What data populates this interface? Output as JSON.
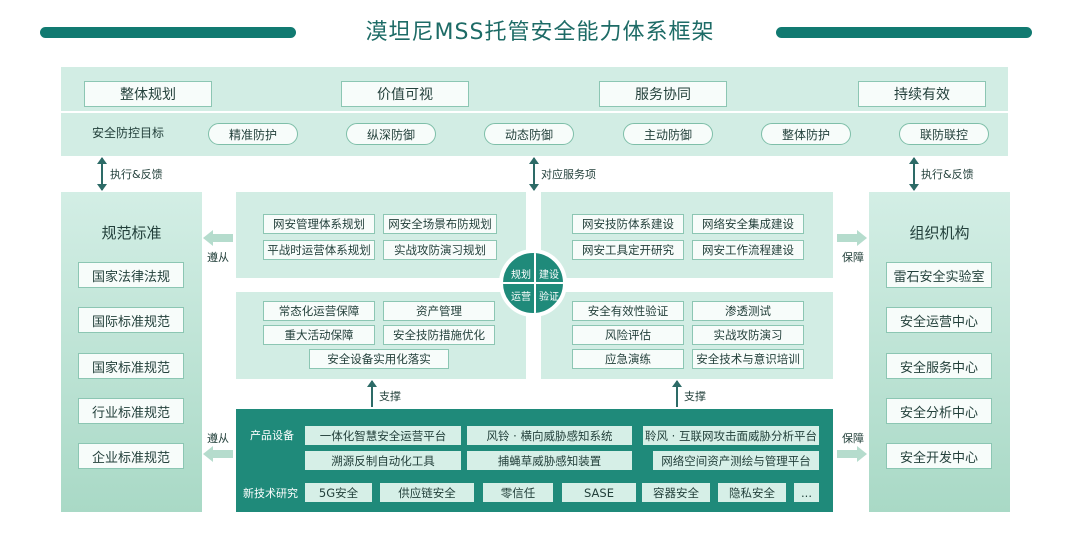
{
  "title": "漠坦尼MSS托管安全能力体系框架",
  "colors": {
    "primary": "#117a71",
    "panel": "#d2ede4",
    "accent": "#1f8a7a"
  },
  "pillars": [
    "整体规划",
    "价值可视",
    "服务协同",
    "持续有效"
  ],
  "goals": {
    "label": "安全防控目标",
    "items": [
      "精准防护",
      "纵深防御",
      "动态防御",
      "主动防御",
      "整体防护",
      "联防联控"
    ]
  },
  "arrows": {
    "left_feedback": "执行&反馈",
    "center_service": "对应服务项",
    "right_feedback": "执行&反馈",
    "follow_top": "遵从",
    "follow_bottom": "遵从",
    "guarantee_top": "保障",
    "guarantee_bottom": "保障",
    "support_left": "支撑",
    "support_right": "支撑"
  },
  "left_column": {
    "title": "规范标准",
    "items": [
      "国家法律法规",
      "国际标准规范",
      "国家标准规范",
      "行业标准规范",
      "企业标准规范"
    ]
  },
  "right_column": {
    "title": "组织机构",
    "items": [
      "雷石安全实验室",
      "安全运营中心",
      "安全服务中心",
      "安全分析中心",
      "安全开发中心"
    ]
  },
  "planning": [
    "网安管理体系规划",
    "网安全场景布防规划",
    "平战时运营体系规划",
    "实战攻防演习规划"
  ],
  "construction": [
    "网安技防体系建设",
    "网络安全集成建设",
    "网安工具定开研究",
    "网安工作流程建设"
  ],
  "operation": [
    "常态化运营保障",
    "资产管理",
    "重大活动保障",
    "安全技防措施优化",
    "安全设备实用化落实"
  ],
  "verification": [
    "安全有效性验证",
    "渗透测试",
    "风险评估",
    "实战攻防演习",
    "应急演练",
    "安全技术与意识培训"
  ],
  "center_circle": {
    "q1": "规划",
    "q2": "建设",
    "q3": "运营",
    "q4": "验证"
  },
  "products": {
    "label": "产品设备",
    "items": [
      "一体化智慧安全运营平台",
      "风铃 · 横向威胁感知系统",
      "聆风 · 互联网攻击面威胁分析平台",
      "溯源反制自动化工具",
      "捕蝇草威胁感知装置",
      "网络空间资产测绘与管理平台"
    ]
  },
  "new_tech": {
    "label": "新技术研究",
    "items": [
      "5G安全",
      "供应链安全",
      "零信任",
      "SASE",
      "容器安全",
      "隐私安全",
      "..."
    ]
  }
}
